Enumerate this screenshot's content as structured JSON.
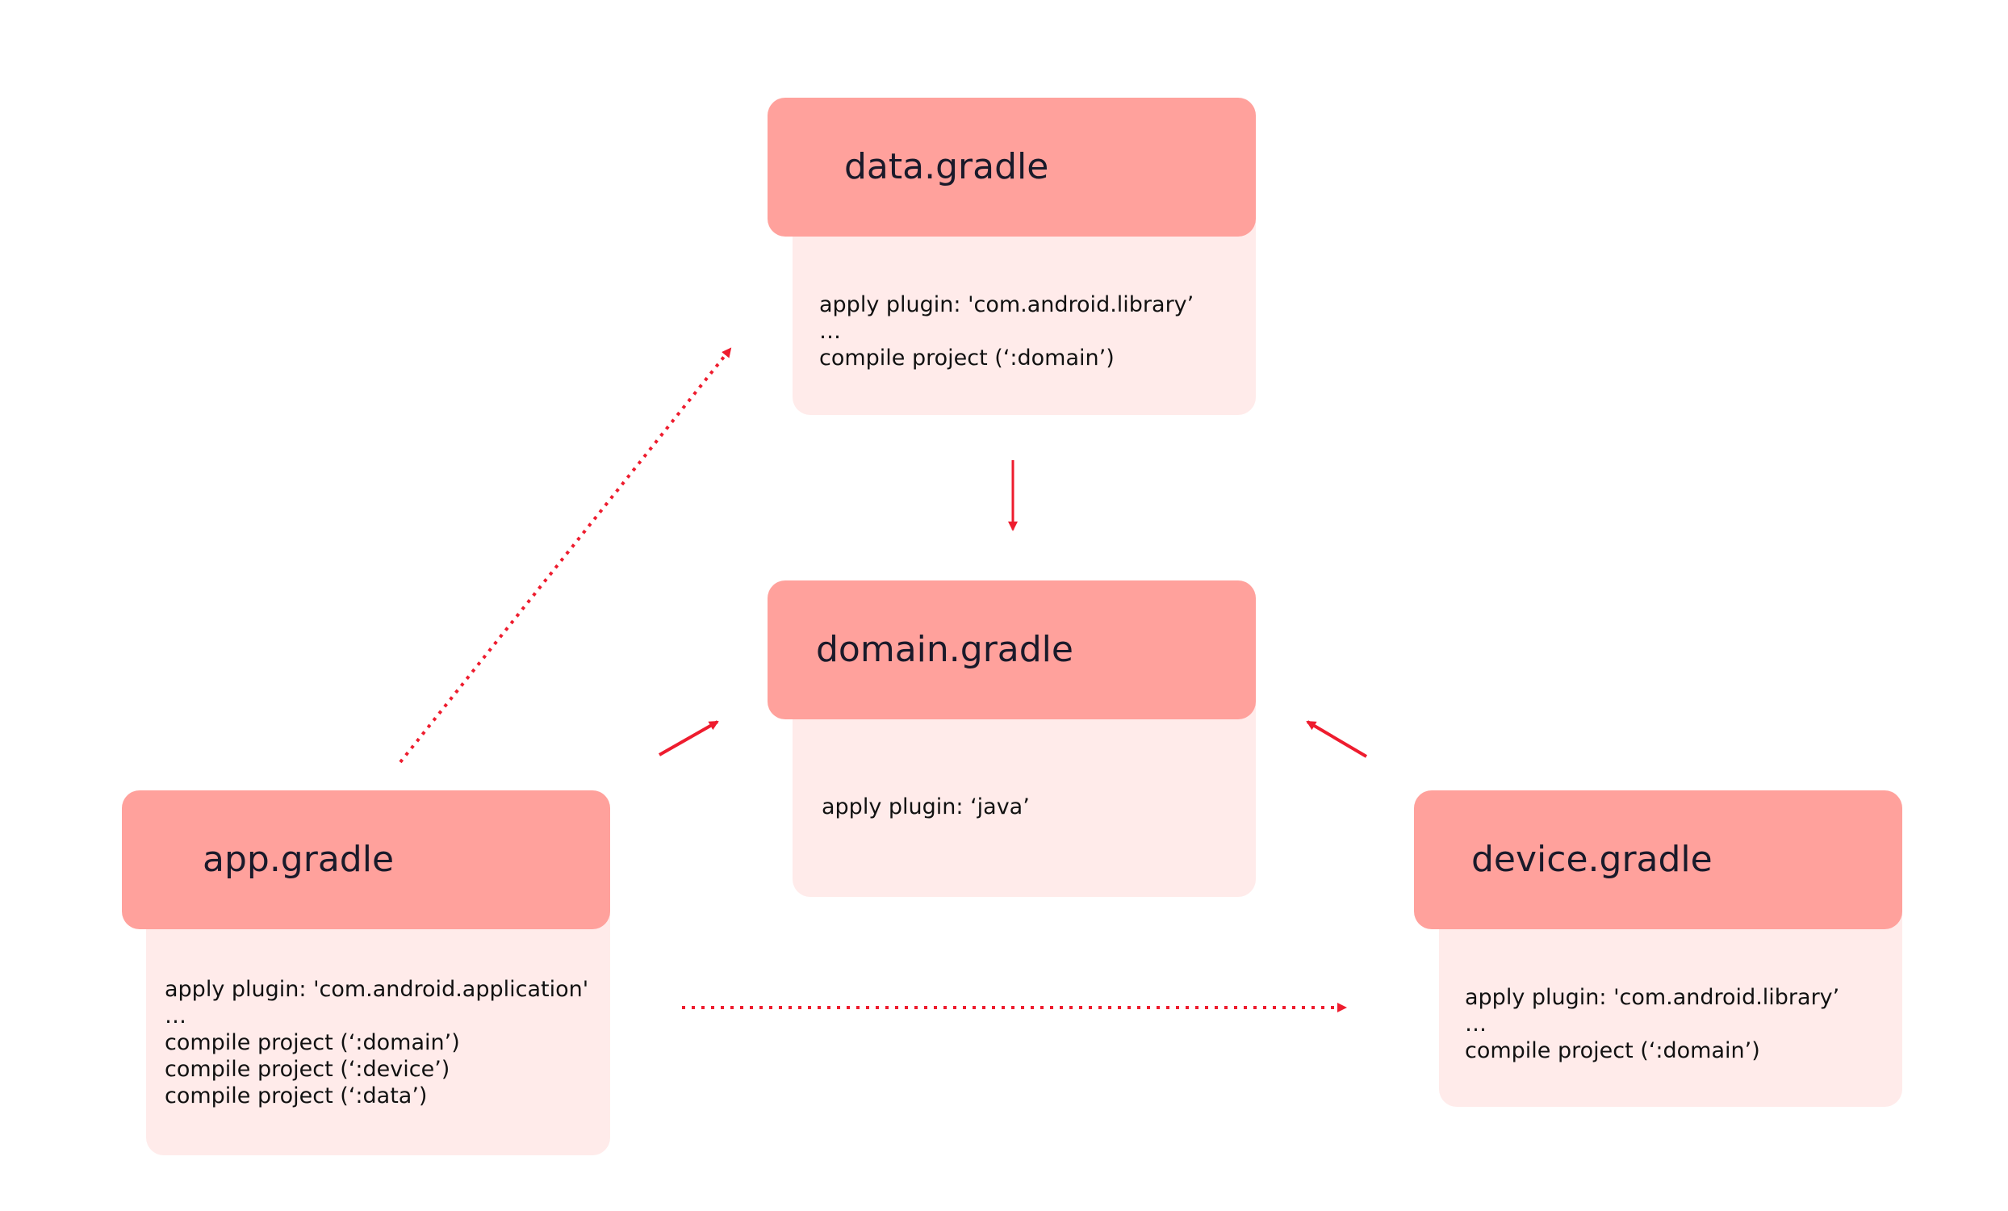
{
  "colors": {
    "header": "#ffa19c",
    "body": "#ffebea",
    "arrow": "#ee1c2e"
  },
  "modules": {
    "data": {
      "title": "data.gradle",
      "lines": [
        "apply plugin: 'com.android.library’",
        "…",
        "compile project (‘:domain’)"
      ]
    },
    "domain": {
      "title": "domain.gradle",
      "lines": [
        "apply plugin: ‘java’"
      ]
    },
    "app": {
      "title": "app.gradle",
      "lines": [
        "apply plugin: 'com.android.application'",
        "…",
        "compile project (‘:domain’)",
        "compile project (‘:device’)",
        "compile project (‘:data’)"
      ]
    },
    "device": {
      "title": "device.gradle",
      "lines": [
        "apply plugin: 'com.android.library’",
        "…",
        "compile project (‘:domain’)"
      ]
    }
  },
  "edges": [
    {
      "from": "data",
      "to": "domain",
      "style": "solid"
    },
    {
      "from": "app",
      "to": "domain",
      "style": "solid"
    },
    {
      "from": "device",
      "to": "domain",
      "style": "solid"
    },
    {
      "from": "app",
      "to": "data",
      "style": "dotted"
    },
    {
      "from": "app",
      "to": "device",
      "style": "dotted"
    }
  ]
}
